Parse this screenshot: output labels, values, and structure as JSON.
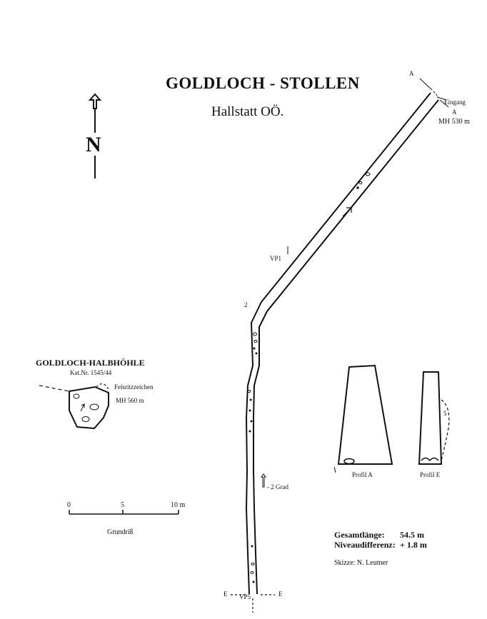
{
  "header": {
    "title": "GOLDLOCH - STOLLEN",
    "subtitle": "Hallstatt OÖ."
  },
  "north": {
    "label": "N"
  },
  "entrance": {
    "label_a_top": "A",
    "label_eingang": "Eingang",
    "label_a_bottom": "A",
    "elevation": "MH 530 m"
  },
  "survey_points": {
    "vp1": "VP1",
    "p2": "2",
    "vp5": "VP5",
    "e_left": "E",
    "e_right": "E"
  },
  "slope": {
    "label": "- 2 Grad"
  },
  "halbhoehle": {
    "title": "GOLDLOCH-HALBHÖHLE",
    "katnr": "Kat.Nr. 1545/44",
    "felsritz": "Felsritzzeichen",
    "elevation": "MH 560 m"
  },
  "scale": {
    "tick0": "0",
    "tick5": "5",
    "tick10": "10 m",
    "caption": "Grundriß"
  },
  "profiles": {
    "a_label": "Profil A",
    "e_label": "Profil E",
    "e_dim": "5"
  },
  "stats": {
    "length_label": "Gesamtlänge:",
    "length_value": "54.5 m",
    "height_label": "Niveaudifferenz:",
    "height_value": "+ 1.8 m",
    "author": "Skizze: N. Leutner"
  }
}
